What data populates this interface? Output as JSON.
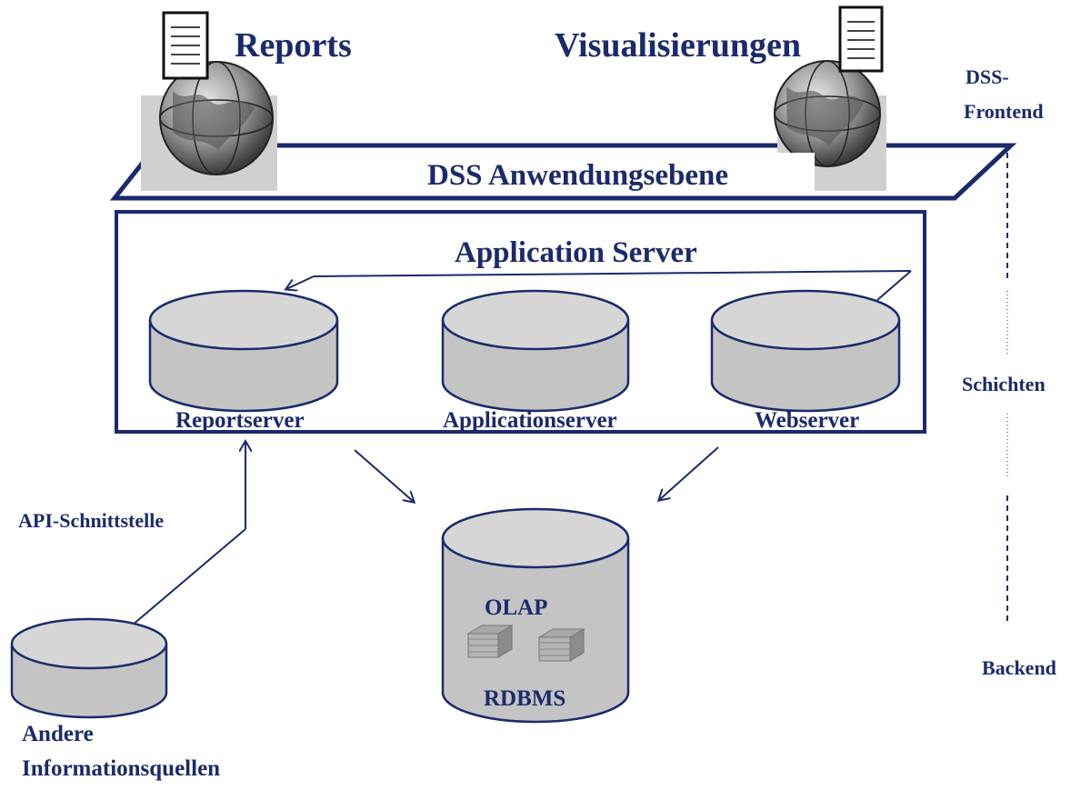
{
  "labels": {
    "reports": "Reports",
    "visualisierungen": "Visualisierungen",
    "dss_frontend_line1": "DSS-",
    "dss_frontend_line2": "Frontend",
    "anwendungsebene": "DSS Anwendungsebene",
    "application_server": "Application Server",
    "reportserver": "Reportserver",
    "applicationserver": "Applicationserver",
    "webserver": "Webserver",
    "schichten": "Schichten",
    "api_schnittstelle": "API-Schnittstelle",
    "olap": "OLAP",
    "rdbms": "RDBMS",
    "backend": "Backend",
    "andere_line1": "Andere",
    "andere_line2": "Informationsquellen"
  },
  "colors": {
    "navy": "#1b2a6b",
    "cylinder_fill": "#c4c4c4",
    "cylinder_top": "#d6d6d6"
  },
  "icons": [
    "document-icon",
    "globe-icon",
    "olap-cube-icon"
  ]
}
